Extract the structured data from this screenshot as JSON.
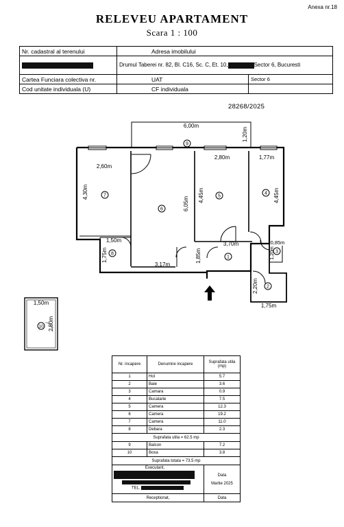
{
  "header": {
    "annex": "Anexa nr.18",
    "title": "RELEVEU  APARTAMENT",
    "scale": "Scara  1 : 100"
  },
  "info": {
    "cadastral_label": "Nr. cadastral al terenului",
    "address_label": "Adresa imobilului",
    "address_part1": "Drumul Taberei nr. 82, Bl. C16, Sc. C, Et. 10,",
    "address_part2": "Sector 6, Bucuresti",
    "cf_label": "Cartea Funciara colectiva nr.",
    "uat_label": "UAT",
    "uat_value": "Sector 6",
    "unit_code_label": "Cod unitate individuala (U)",
    "cf_individual_label": "CF individuala"
  },
  "document_number": "28268/2025",
  "plan": {
    "dims": {
      "balcony_width": "6,00m",
      "balcony_depth": "1,20m",
      "r7_width": "2,60m",
      "r7_depth": "4,30m",
      "r6_depth": "6,05m",
      "r5_width": "2,80m",
      "r5_depth": "4,45m",
      "r4_width": "1,77m",
      "r4_depth": "4,45m",
      "r8_width": "1,50m",
      "r8_depth": "1,75m",
      "r6_bottom": "3,17m",
      "hall_width": "3,70m",
      "hall_depth": "1,85m",
      "r3_width": "0,85m",
      "r3_depth": "1,20m",
      "r2_depth": "2,20m",
      "r2_width": "1,75m",
      "box_width": "1,50m",
      "box_depth": "2,50m"
    },
    "labels": {
      "r1": "1",
      "r2": "2",
      "r3": "3",
      "r4": "4",
      "r5": "5",
      "r6": "6",
      "r7": "7",
      "r8": "8",
      "r9": "9",
      "r10": "10"
    }
  },
  "rooms_table": {
    "head_nr": "Nr. incapere",
    "head_name": "Denumire incapere",
    "head_area": "Suprafata utila (mp)",
    "rows": [
      {
        "nr": "1",
        "name": "Hol",
        "area": "5.7"
      },
      {
        "nr": "2",
        "name": "Baie",
        "area": "3.6"
      },
      {
        "nr": "3",
        "name": "Camara",
        "area": "0.9"
      },
      {
        "nr": "4",
        "name": "Bucatarie",
        "area": "7.5"
      },
      {
        "nr": "5",
        "name": "Camera",
        "area": "12.3"
      },
      {
        "nr": "6",
        "name": "Camera",
        "area": "19.2"
      },
      {
        "nr": "7",
        "name": "Camera",
        "area": "11.0"
      },
      {
        "nr": "8",
        "name": "Debara",
        "area": "2.3"
      }
    ],
    "useful_total": "Suprafata utila = 62.5 mp",
    "extra_rows": [
      {
        "nr": "9",
        "name": "Balcon",
        "area": "7.2"
      },
      {
        "nr": "10",
        "name": "Boxa",
        "area": "3.8"
      }
    ],
    "grand_total": "Suprafata totala = 73.5 mp",
    "executant_label": "Executant,",
    "tel_label": "TEL.",
    "date_label": "Data",
    "date_value": "Martie 2025",
    "receptionat_label": "Receptionat,",
    "date_label2": "Data"
  }
}
